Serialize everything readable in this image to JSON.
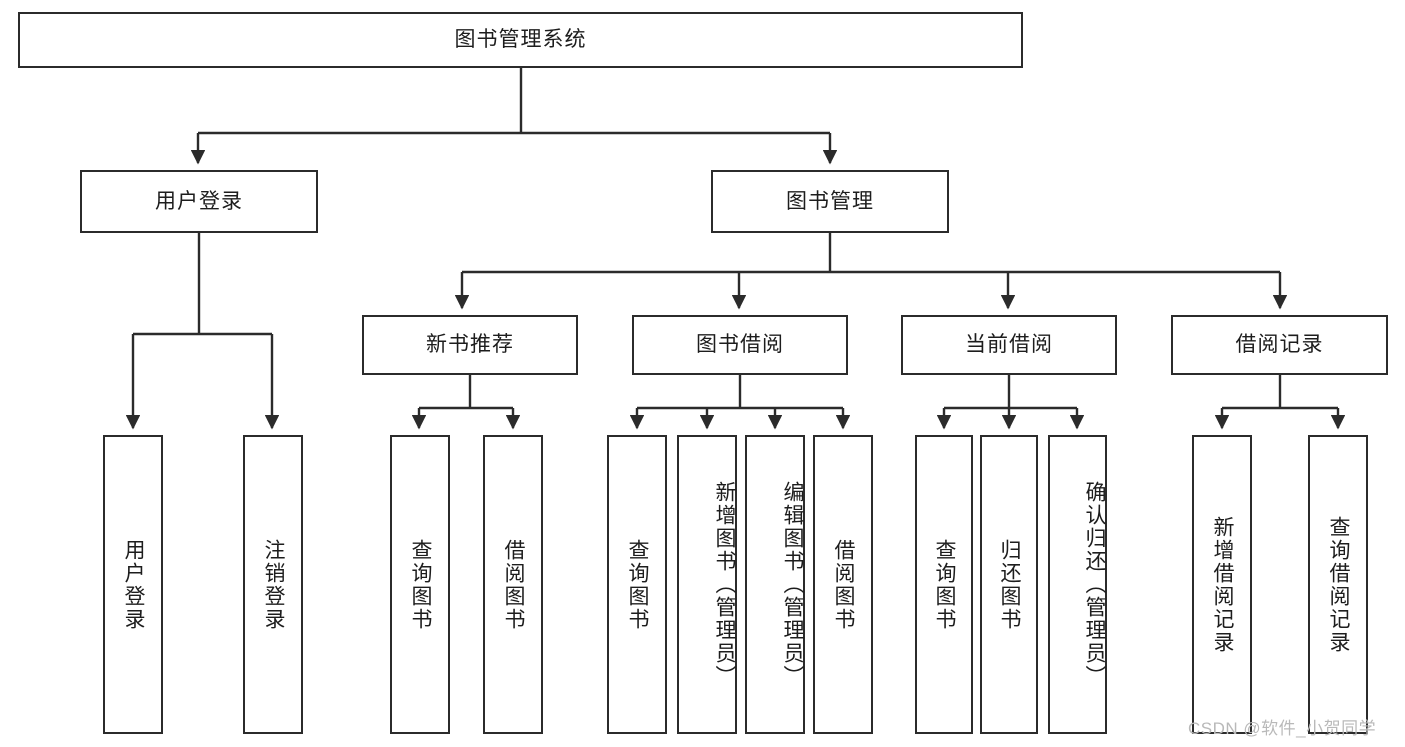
{
  "diagram": {
    "type": "tree-hierarchy",
    "title": "图书管理系统",
    "orientation": "top-down",
    "colors": {
      "box_border": "#2b2b2b",
      "box_fill": "#ffffff",
      "edge": "#2b2b2b",
      "text": "#1d1d1d",
      "watermark": "#b9b9b9"
    },
    "root": {
      "id": "root",
      "label": "图书管理系统"
    },
    "level2": [
      {
        "id": "user-login",
        "label": "用户登录"
      },
      {
        "id": "book-manage",
        "label": "图书管理"
      }
    ],
    "level3": [
      {
        "id": "new-book-recommend",
        "label": "新书推荐",
        "parent": "book-manage"
      },
      {
        "id": "book-borrow",
        "label": "图书借阅",
        "parent": "book-manage"
      },
      {
        "id": "current-borrow",
        "label": "当前借阅",
        "parent": "book-manage"
      },
      {
        "id": "borrow-record",
        "label": "借阅记录",
        "parent": "book-manage"
      }
    ],
    "leaves": {
      "user-login": [
        {
          "id": "leaf-user-login",
          "label": "用户登录"
        },
        {
          "id": "leaf-logout",
          "label": "注销登录"
        }
      ],
      "new-book-recommend": [
        {
          "id": "leaf-query-book-1",
          "label": "查询图书"
        },
        {
          "id": "leaf-borrow-book-1",
          "label": "借阅图书"
        }
      ],
      "book-borrow": [
        {
          "id": "leaf-query-book-2",
          "label": "查询图书"
        },
        {
          "id": "leaf-add-book",
          "label": "新增图书（管理员）"
        },
        {
          "id": "leaf-edit-book",
          "label": "编辑图书（管理员）"
        },
        {
          "id": "leaf-borrow-book-2",
          "label": "借阅图书"
        }
      ],
      "current-borrow": [
        {
          "id": "leaf-query-book-3",
          "label": "查询图书"
        },
        {
          "id": "leaf-return-book",
          "label": "归还图书"
        },
        {
          "id": "leaf-confirm-return",
          "label": "确认归还（管理员）"
        }
      ],
      "borrow-record": [
        {
          "id": "leaf-add-record",
          "label": "新增借阅记录"
        },
        {
          "id": "leaf-query-record",
          "label": "查询借阅记录"
        }
      ]
    }
  },
  "watermark": {
    "text": "CSDN @软件_小贺同学"
  }
}
